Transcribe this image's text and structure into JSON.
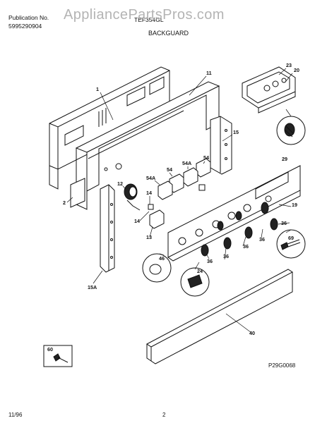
{
  "header": {
    "publication_label": "Publication No.",
    "publication_number": "5995290904",
    "model": "TEF354GL",
    "watermark": "AppliancePartsPros.com",
    "section_title": "BACKGUARD"
  },
  "callouts": [
    "1",
    "11",
    "23",
    "20",
    "2",
    "15",
    "54",
    "54A",
    "54",
    "54A",
    "12",
    "14",
    "14",
    "13",
    "19",
    "29",
    "36",
    "69",
    "36",
    "46",
    "36",
    "36",
    "36",
    "24",
    "15A",
    "40",
    "60"
  ],
  "figure_code": "P29G0068",
  "footer": {
    "date": "11/96",
    "page": "2"
  }
}
